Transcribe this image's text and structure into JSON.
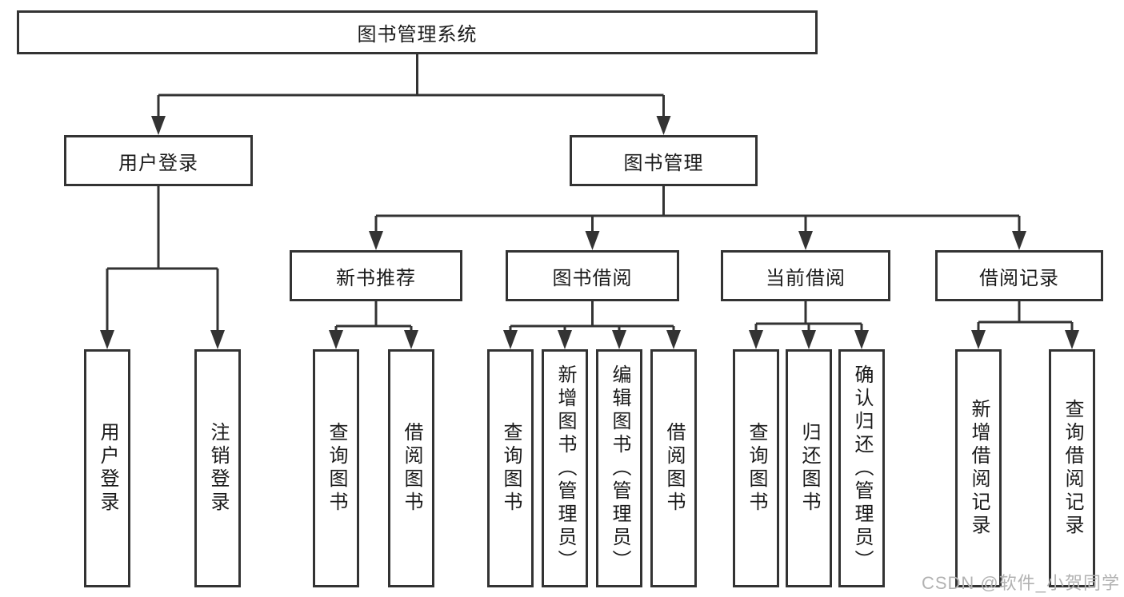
{
  "title": "图书管理系统",
  "watermark": "CSDN @软件_小贺同学",
  "colors": {
    "line": "#333333",
    "box_border": "#333333",
    "text": "#1a1a1a",
    "watermark": "#b2b2b2",
    "background": "#ffffff"
  },
  "tree": {
    "root": {
      "label": "图书管理系统"
    },
    "branches": [
      {
        "label": "用户登录",
        "children": [
          {
            "label": "用户登录"
          },
          {
            "label": "注销登录"
          }
        ]
      },
      {
        "label": "图书管理",
        "children": [
          {
            "label": "新书推荐",
            "children": [
              {
                "label": "查询图书"
              },
              {
                "label": "借阅图书"
              }
            ]
          },
          {
            "label": "图书借阅",
            "children": [
              {
                "label": "查询图书"
              },
              {
                "label": "新增图书（管理员）"
              },
              {
                "label": "编辑图书（管理员）"
              },
              {
                "label": "借阅图书"
              }
            ]
          },
          {
            "label": "当前借阅",
            "children": [
              {
                "label": "查询图书"
              },
              {
                "label": "归还图书"
              },
              {
                "label": "确认归还（管理员）"
              }
            ]
          },
          {
            "label": "借阅记录",
            "children": [
              {
                "label": "新增借阅记录"
              },
              {
                "label": "查询借阅记录"
              }
            ]
          }
        ]
      }
    ]
  }
}
